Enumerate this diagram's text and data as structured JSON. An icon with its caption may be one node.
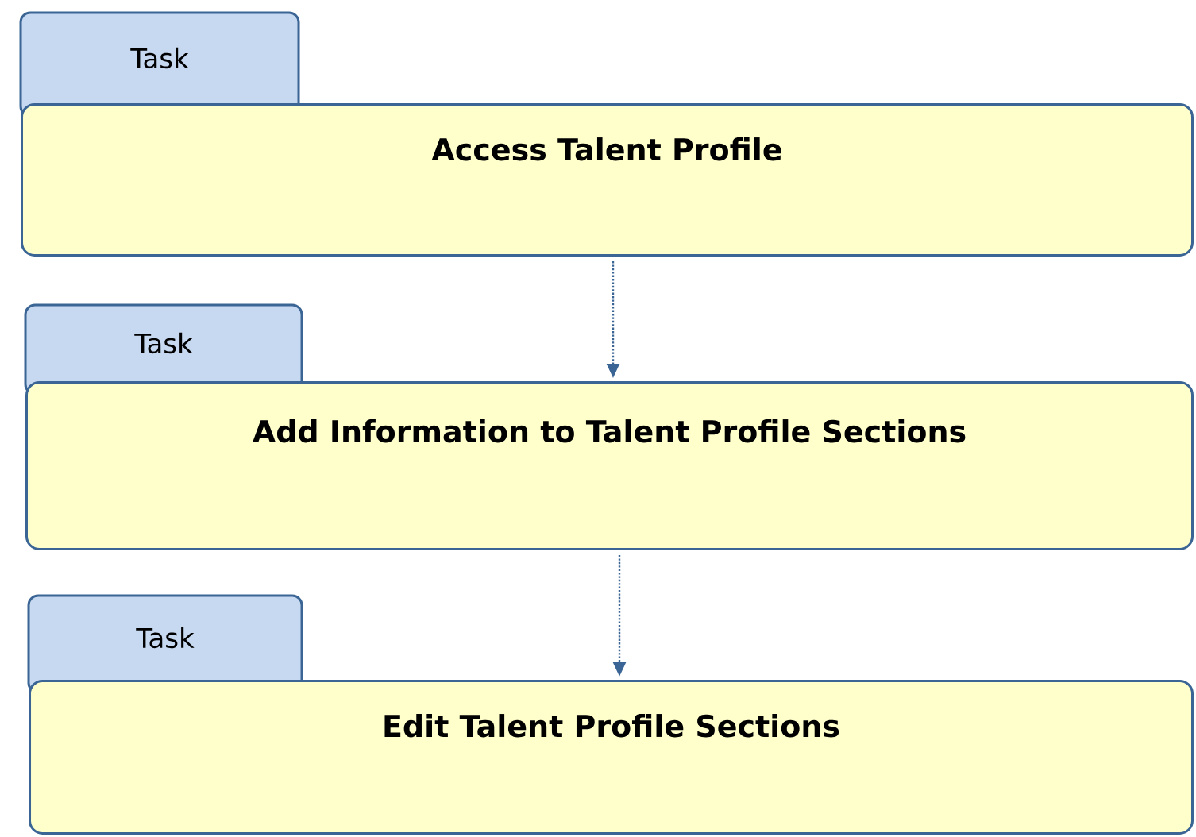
{
  "diagram": {
    "nodes": [
      {
        "text": [
          "Task",
          "Access Talent Profile"
        ]
      },
      {
        "text": [
          "Task",
          "Add Information to Talent Profile Sections"
        ]
      },
      {
        "text": [
          "Task",
          "Edit Talent Profile Sections"
        ]
      }
    ],
    "edges": [
      {
        "from": 0,
        "to": 1,
        "arrow": "to",
        "style": "dashed"
      },
      {
        "from": 1,
        "to": 2,
        "arrow": "to",
        "style": "dashed"
      }
    ]
  }
}
